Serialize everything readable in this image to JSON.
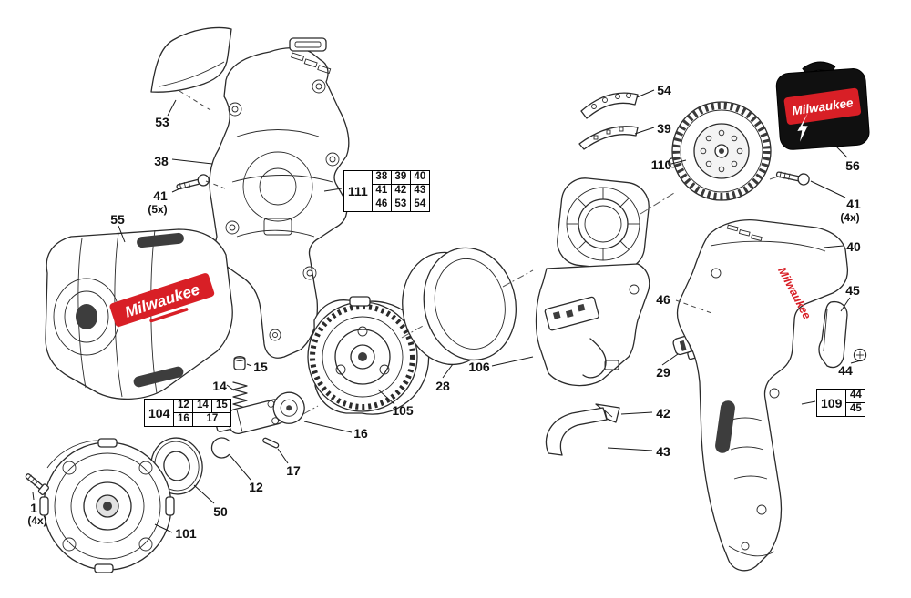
{
  "brand": {
    "name": "Milwaukee",
    "red": "#d81f26",
    "case_black": "#101010"
  },
  "labels": {
    "p53": "53",
    "p38": "38",
    "p41l": "41",
    "p41l_qty": "(5x)",
    "p55": "55",
    "p54": "54",
    "p39": "39",
    "p110": "110",
    "p56": "56",
    "p41r": "41",
    "p41r_qty": "(4x)",
    "p40": "40",
    "p45": "45",
    "p44": "44",
    "p29": "29",
    "p46": "46",
    "p42": "42",
    "p43": "43",
    "p106": "106",
    "p28": "28",
    "p105": "105",
    "p15": "15",
    "p14": "14",
    "p16": "16",
    "p12": "12",
    "p17": "17",
    "p50": "50",
    "p101": "101",
    "p1": "1",
    "p1_qty": "(4x)"
  },
  "tables": {
    "t111": {
      "id": "111",
      "rows": [
        [
          "38",
          "39",
          "40"
        ],
        [
          "41",
          "42",
          "43"
        ],
        [
          "46",
          "53",
          "54"
        ]
      ]
    },
    "t104": {
      "id": "104",
      "rows": [
        [
          "12",
          "14",
          "15"
        ],
        [
          "16",
          "17"
        ]
      ]
    },
    "t109": {
      "id": "109",
      "rows": [
        [
          "44"
        ],
        [
          "45"
        ]
      ]
    }
  }
}
